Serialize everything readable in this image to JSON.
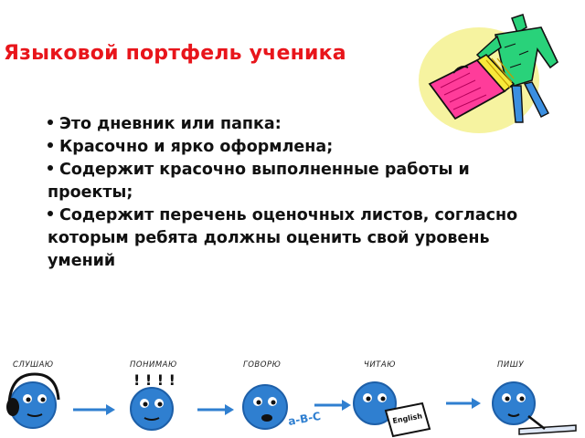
{
  "title": "Языковой портфель ученика",
  "bullets": [
    "Это дневник или папка:",
    "Красочно и ярко оформлена;",
    "Содержит красочно выполненные работы и проекты;",
    "Содержит перечень оценочных листов, согласно которым ребята должны оценить свой уровень умений"
  ],
  "stages": [
    {
      "label": "СЛУШАЮ",
      "icon": "listening-face-icon"
    },
    {
      "label": "ПОНИМАЮ",
      "icon": "understanding-face-icon"
    },
    {
      "label": "ГОВОРЮ",
      "icon": "speaking-face-icon"
    },
    {
      "label": "ЧИТАЮ",
      "icon": "reading-face-icon"
    },
    {
      "label": "ПИШУ",
      "icon": "writing-face-icon"
    }
  ],
  "marks": {
    "understanding": "! ! ! !",
    "speaking": "a-B-C",
    "book": "English"
  },
  "colors": {
    "title": "#e8151b",
    "face": "#2f7fd0",
    "face_dark": "#1d5fa8",
    "clipart_bg": "#f6f3a0",
    "shirt": "#29d27a",
    "folder_pink": "#ff3c9a",
    "folder_yellow": "#f7e93a"
  }
}
